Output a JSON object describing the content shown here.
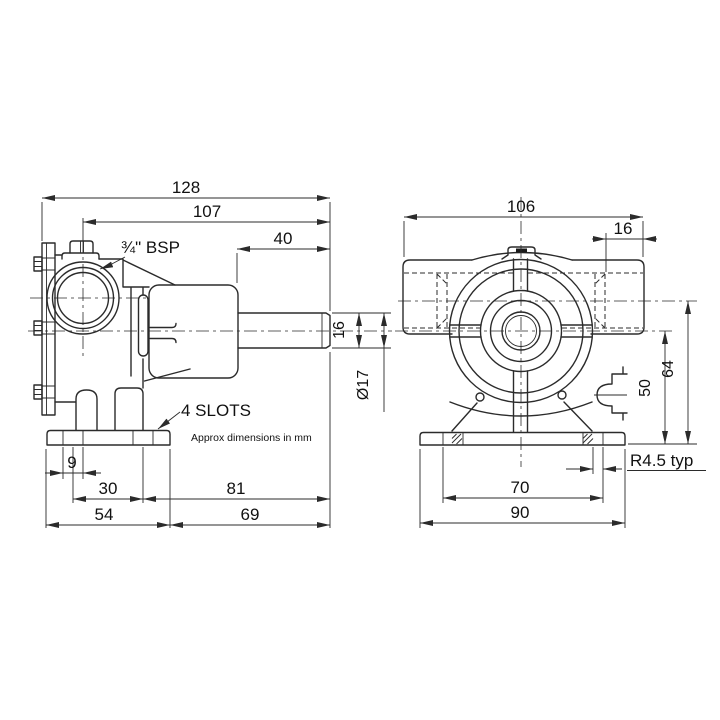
{
  "note": "Approx dimensions in mm",
  "side_view": {
    "dim_overall_length": "128",
    "dim_port_center_to_shaft_end": "107",
    "dim_shaft_extension": "40",
    "dim_shaft_flat": "16",
    "dim_shaft_diameter": "Ø17",
    "dim_slot_width": "9",
    "dim_slot_pitch": "30",
    "dim_slot_to_shaft_end": "81",
    "dim_foot_length": "54",
    "dim_foot_to_shaft_end": "69",
    "label_port_thread": "¾\" BSP",
    "label_slots": "4 SLOTS"
  },
  "front_view": {
    "dim_overall_width": "106",
    "dim_port_depth": "16",
    "dim_shaft_center_height": "50",
    "dim_port_center_height": "64",
    "dim_slot_centers": "70",
    "dim_base_width": "90",
    "label_slot_radius": "R4.5 typ"
  }
}
